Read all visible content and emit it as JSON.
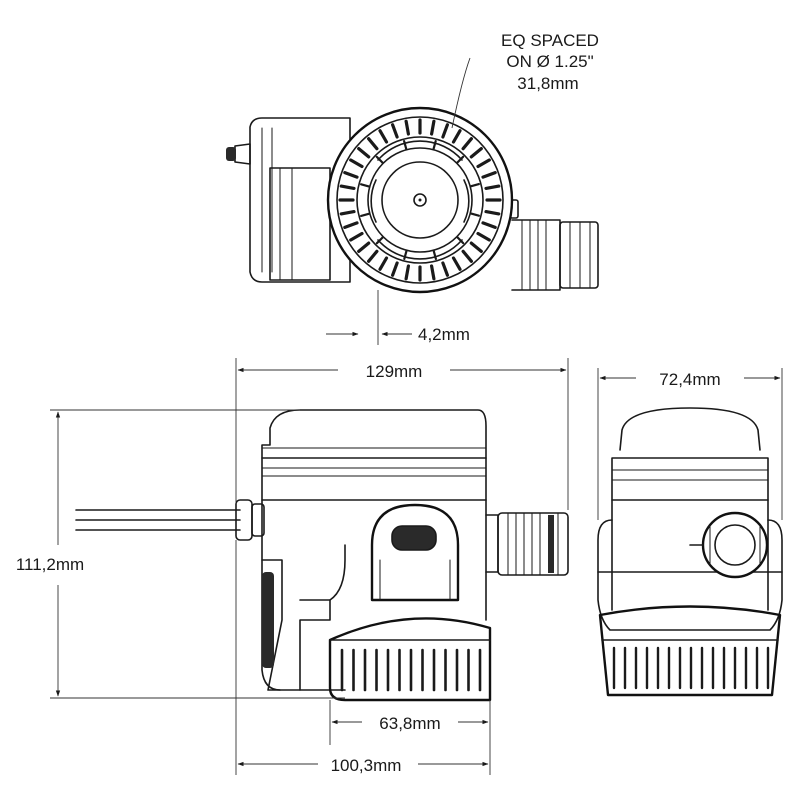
{
  "annotations": {
    "spacing_line1": "EQ SPACED",
    "spacing_line2": "ON Ø 1.25\"",
    "spacing_line3": "31,8mm",
    "inlet_gap": "4,2mm"
  },
  "dimensions": {
    "length_overall": "129mm",
    "width_overall": "72,4mm",
    "height_overall": "111,2mm",
    "base_width": "63,8mm",
    "outlet_reach": "100,3mm"
  },
  "colors": {
    "line": "#1a1a1a",
    "background": "#ffffff"
  }
}
